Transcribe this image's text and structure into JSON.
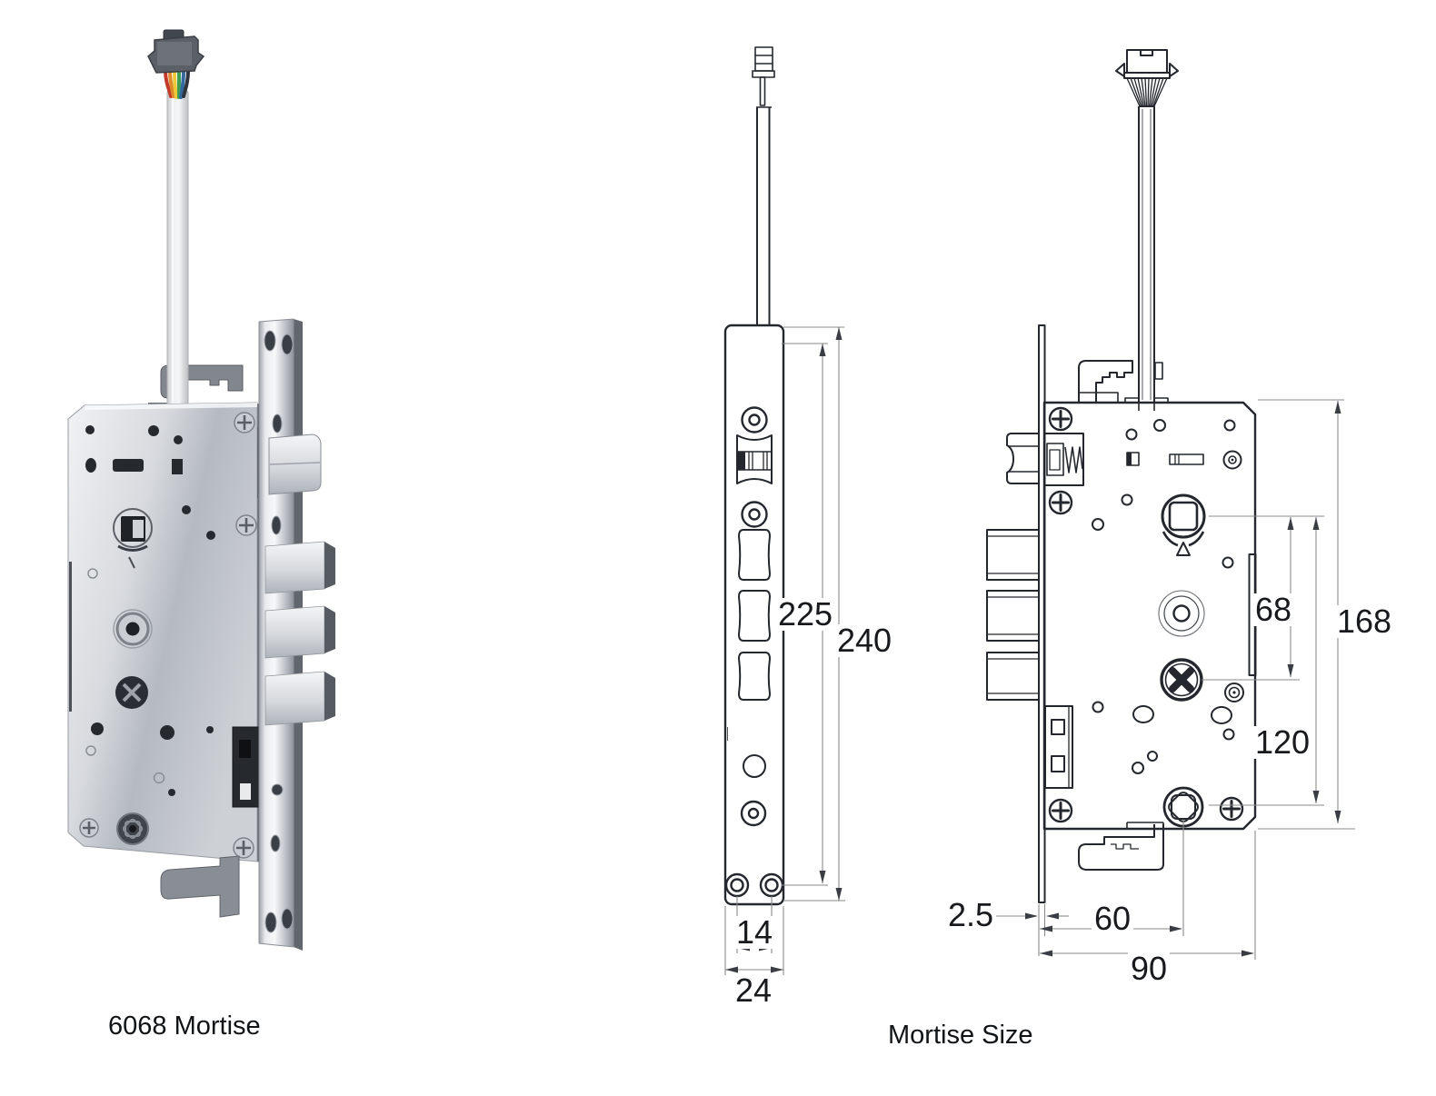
{
  "page": {
    "background": "#ffffff",
    "description": "Mortise lock product render and dimensioned technical drawings"
  },
  "captions": {
    "photo_view": "6068 Mortise",
    "size_view": "Mortise Size"
  },
  "front_view": {
    "dims": {
      "screw_span": "225",
      "total_height": "240",
      "bottom_screw_spacing": "14",
      "faceplate_width": "24"
    }
  },
  "side_view": {
    "dims": {
      "spindle_to_cylinder": "68",
      "case_height": "168",
      "spindle_to_bottom_screw": "120",
      "faceplate_thickness": "2.5",
      "backset": "60",
      "case_depth": "90"
    }
  },
  "colors": {
    "outline": "#24282e",
    "dim_line": "#8a8a8a",
    "label_text": "#17191c",
    "metal_light": "#f0f2f4",
    "metal_mid": "#c6cad0",
    "metal_dark": "#6a6e75",
    "connector_body": "#5b5f66",
    "wires": [
      "#c33a2c",
      "#df8a2c",
      "#ecc938",
      "#3f9e52",
      "#33699f",
      "#2f333a"
    ]
  }
}
